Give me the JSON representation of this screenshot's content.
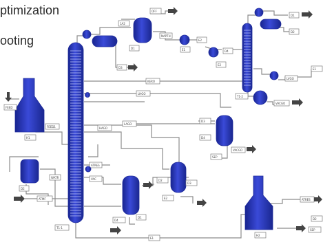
{
  "header": {
    "line1": "ptimization",
    "line2": "ooting"
  },
  "colors": {
    "vessel_fill": "#2f3fc8",
    "vessel_dark": "#18248f",
    "pipe": "#8c8c8c"
  },
  "streams": {
    "feed": "FEED",
    "s_top1": "1A2",
    "s_top2": "OFF",
    "s_naph": "NAPTH",
    "s_mid1": "KERO",
    "s_mid2": "LHGO",
    "s_mid3": "LAGO",
    "s_mid4": "HAGO",
    "s_bottom": "ATMF",
    "s_right1": "VACGO",
    "s_right2": "LVGO",
    "s_b1": "ATRES",
    "s_b2": "VAC",
    "s_left": "FEED1",
    "s_wat": "WATR"
  },
  "units": {
    "col1": "T1-1",
    "furn1": "H1",
    "drum1": "D1",
    "drum2": "D2",
    "drum3": "D3",
    "drum4": "D4",
    "col2": "T1-2",
    "furn2": "H2",
    "exch1": "E1",
    "exch2": "E2",
    "sep1": "SEP"
  }
}
